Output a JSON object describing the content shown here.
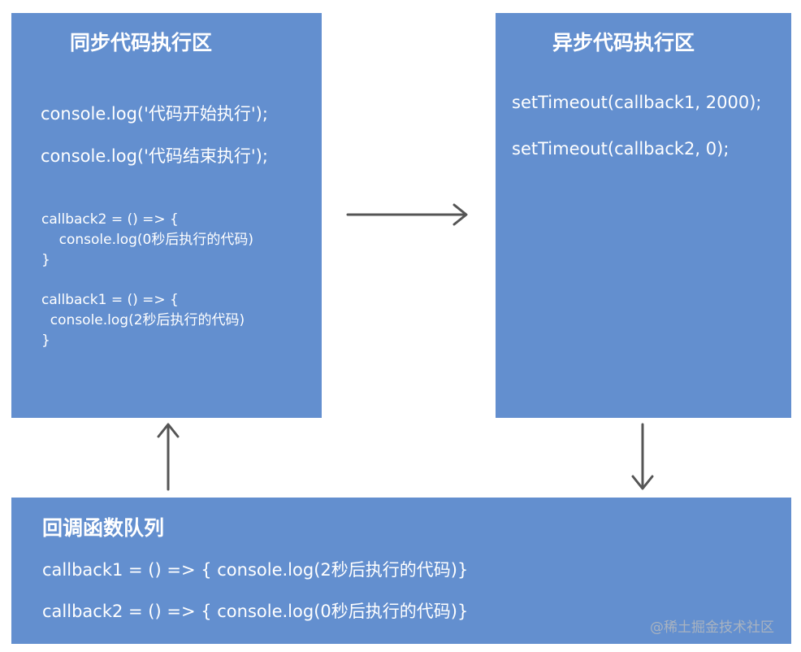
{
  "sync_area": {
    "title": "同步代码执行区",
    "lines": [
      "console.log('代码开始执行');",
      "console.log('代码结束执行');"
    ],
    "callback2_def": "callback2 = () => {\n    console.log(0秒后执行的代码)\n}",
    "callback1_def": "callback1 = () => {\n  console.log(2秒后执行的代码)\n}"
  },
  "async_area": {
    "title": "异步代码执行区",
    "lines": [
      "setTimeout(callback1, 2000);",
      "setTimeout(callback2, 0);"
    ]
  },
  "callback_queue": {
    "title": "回调函数队列",
    "lines": [
      "callback1 = () => { console.log(2秒后执行的代码)}",
      "callback2 = () => { console.log(0秒后执行的代码)}"
    ]
  },
  "watermark": "@稀土掘金技术社区",
  "colors": {
    "box": "#638fcf",
    "text": "#ffffff",
    "arrow": "#555555"
  }
}
